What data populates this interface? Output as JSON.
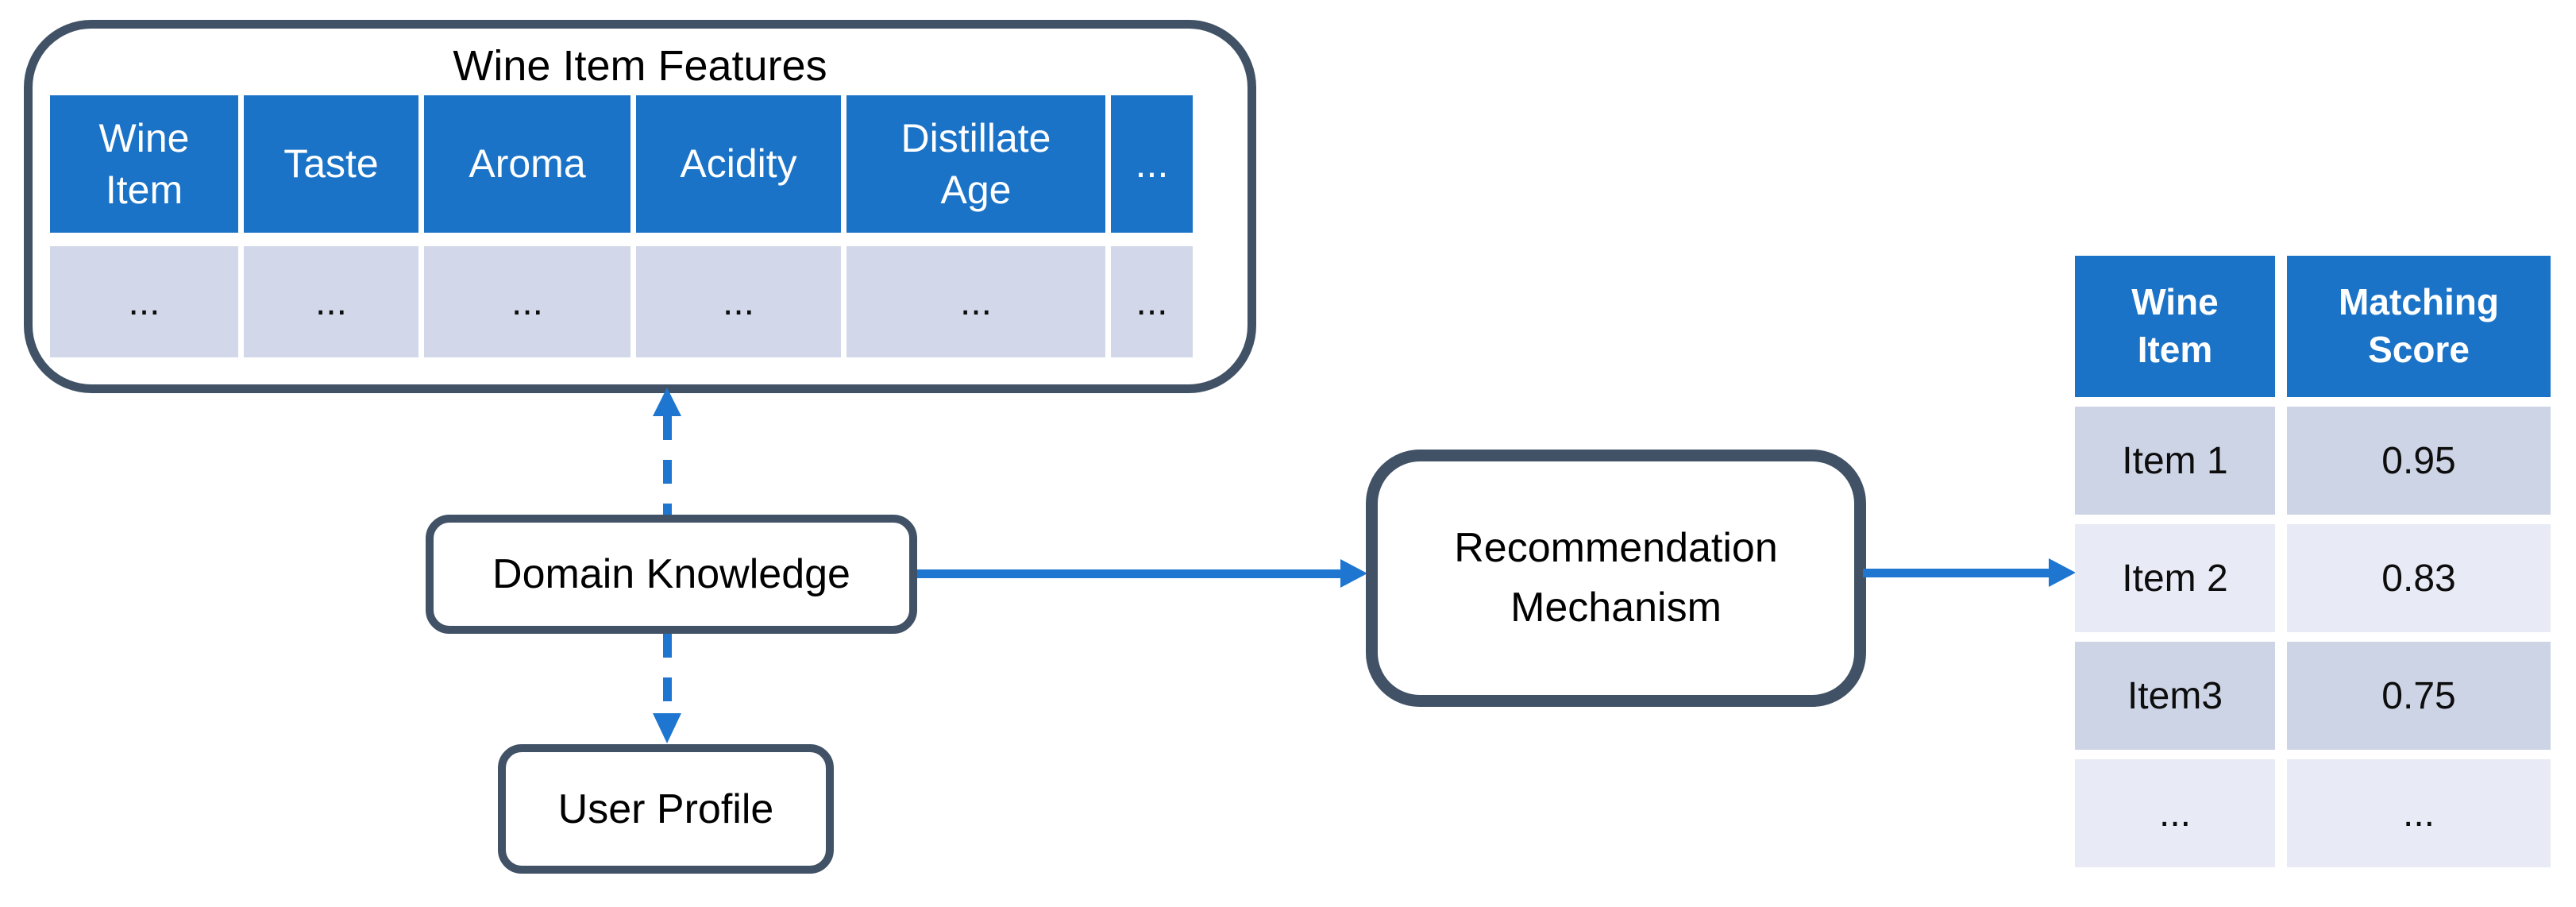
{
  "panel": {
    "title": "Wine Item Features",
    "table": {
      "headers": [
        "Wine Item",
        "Taste",
        "Aroma",
        "Acidity",
        "Distillate Age",
        "..."
      ],
      "row": [
        "...",
        "...",
        "...",
        "...",
        "...",
        "..."
      ]
    }
  },
  "nodes": {
    "domain_knowledge": {
      "label": "Domain Knowledge"
    },
    "user_profile": {
      "label": "User Profile"
    },
    "recommendation_mechanism": {
      "label": "Recommendation Mechanism"
    }
  },
  "results_table": {
    "headers": [
      "Wine Item",
      "Matching Score"
    ],
    "rows": [
      [
        "Item 1",
        "0.95"
      ],
      [
        "Item 2",
        "0.83"
      ],
      [
        "Item3",
        "0.75"
      ],
      [
        "...",
        "..."
      ]
    ]
  },
  "colors": {
    "header_blue": "#1B73C7",
    "arrow_blue": "#1E76D0",
    "outline_slate": "#415266",
    "panel_row_fill": "#D2D8E9",
    "results_row_dark": "#CDD4E6",
    "results_row_light": "#E8EBF5"
  }
}
